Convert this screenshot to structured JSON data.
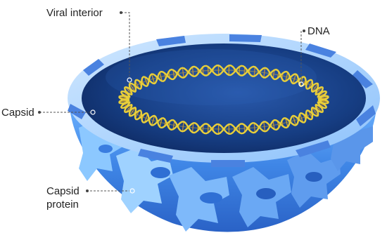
{
  "labels": {
    "viral_interior": "Viral interior",
    "dna": "DNA",
    "capsid": "Capsid",
    "capsid_protein_line1": "Capsid",
    "capsid_protein_line2": "protein"
  },
  "colors": {
    "interior_dark": "#0f2a66",
    "interior_mid": "#1d4896",
    "rim_light": "#a8d4ff",
    "rim_dark": "#4b86e6",
    "shell_light": "#7fc0ff",
    "shell_mid": "#4d96ee",
    "shell_dark": "#2f6fd4",
    "dna_backbone": "#e8cf3a",
    "dna_rungs": "#c79a2a",
    "leader_line": "#555555",
    "label_text": "#222222"
  }
}
